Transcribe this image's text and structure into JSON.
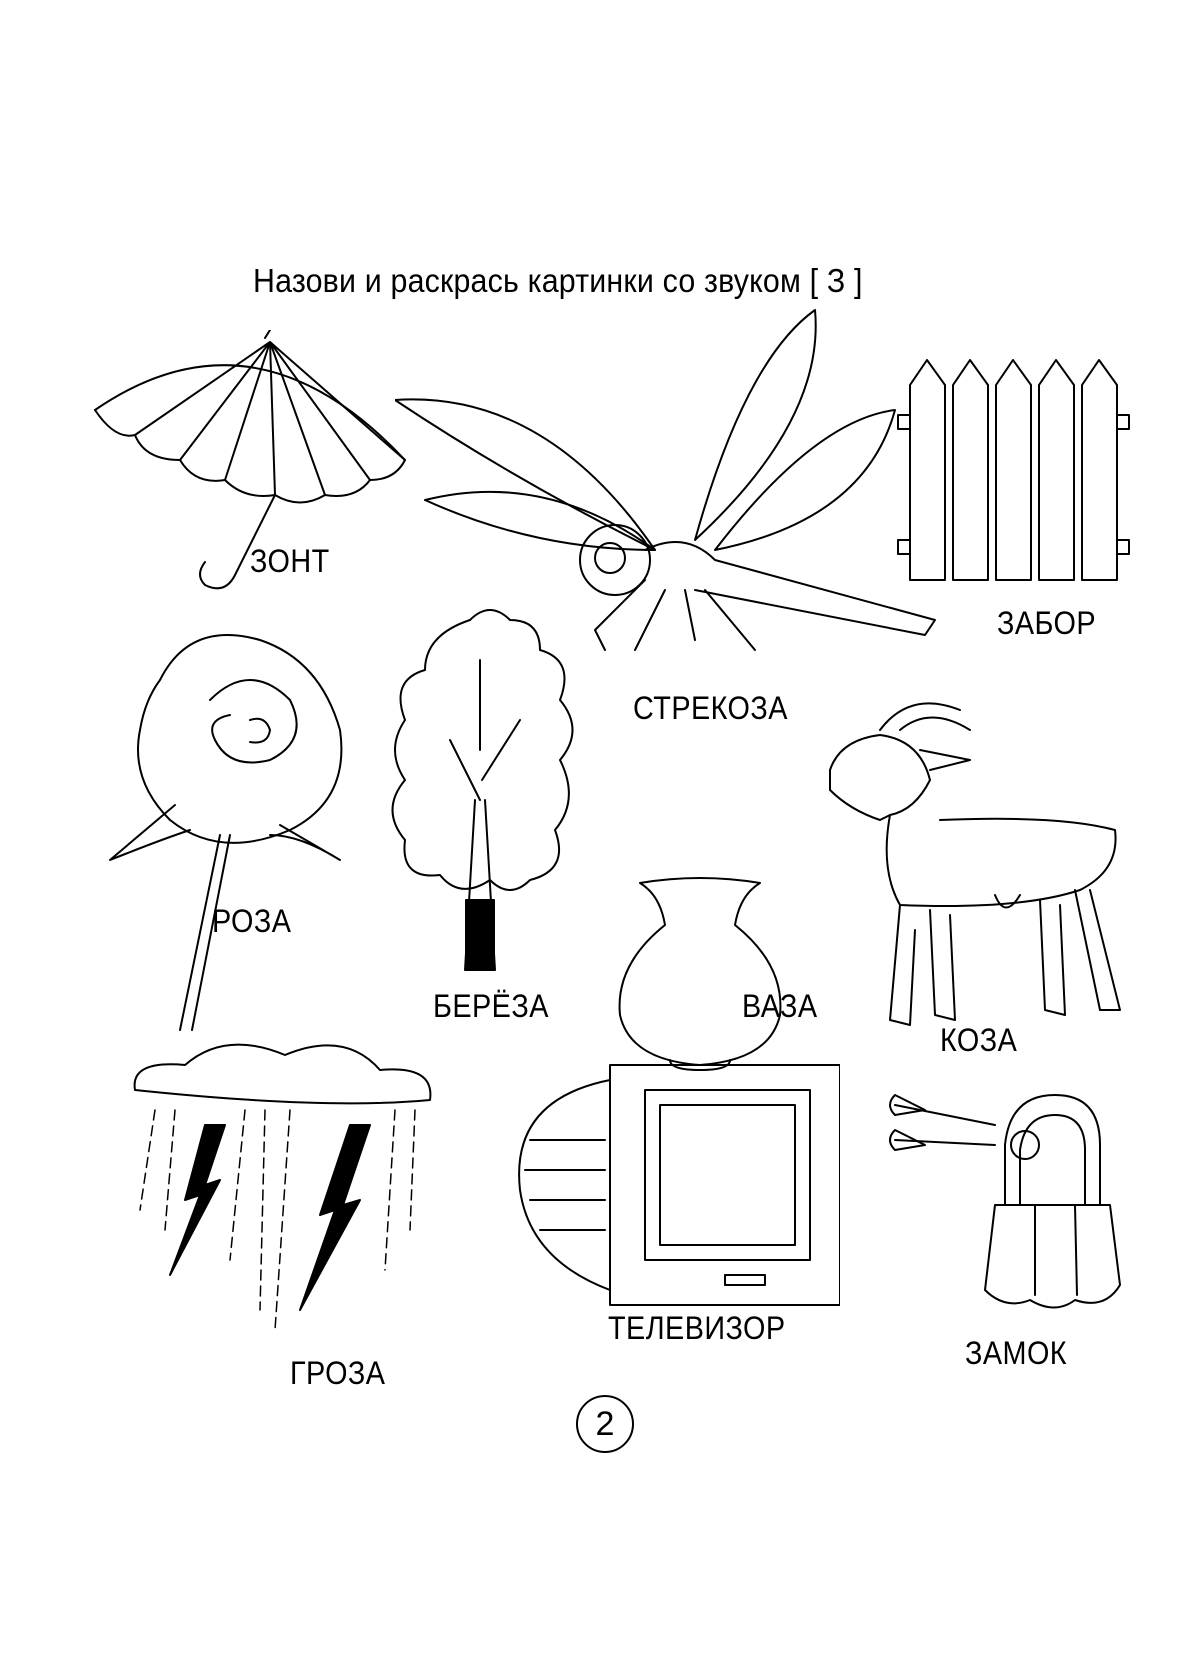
{
  "page": {
    "title": "Назови и раскрась картинки со звуком [ З ]",
    "page_number": "2"
  },
  "pictures": [
    {
      "id": "umbrella",
      "label": "ЗОНТ"
    },
    {
      "id": "dragonfly",
      "label": "СТРЕКОЗА"
    },
    {
      "id": "fence",
      "label": "ЗАБОР"
    },
    {
      "id": "rose",
      "label": "РОЗА"
    },
    {
      "id": "birch",
      "label": "БЕРЁЗА"
    },
    {
      "id": "vase",
      "label": "ВАЗА"
    },
    {
      "id": "goat",
      "label": "КОЗА"
    },
    {
      "id": "thunderstorm",
      "label": "ГРОЗА"
    },
    {
      "id": "television",
      "label": "ТЕЛЕВИЗОР"
    },
    {
      "id": "padlock",
      "label": "ЗАМОК"
    }
  ]
}
